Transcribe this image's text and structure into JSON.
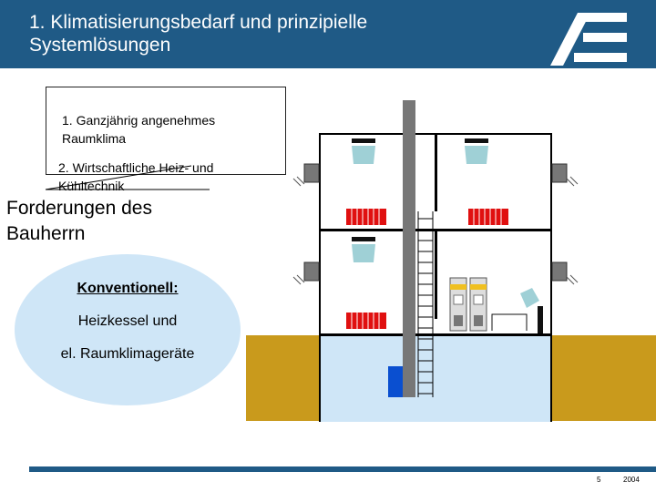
{
  "header": {
    "title": "1. Klimatisierungsbedarf und prinzipielle\nSystemlösungen",
    "logo_icon": "company-logo"
  },
  "requirements": {
    "item1": "1. Ganzjährig angenehmes\n  Raumklima",
    "item2": "2. Wirtschaftliche Heiz- und\n   Kühltechnik"
  },
  "demands_label": "Forderungen des\n  Bauherrn",
  "conventional": {
    "title": "Konventionell:",
    "line1": "Heizkessel und",
    "line2": "el. Raumklimageräte"
  },
  "footer": {
    "page": "5",
    "year": "2004"
  },
  "colors": {
    "header": "#1f5a86",
    "ground": "#c99a1c",
    "basement_water": "#cfe6f7",
    "radiator": "#e01010",
    "ac_unit": "#9fd0d6",
    "tank": "#0a4fd0"
  },
  "icons": [
    "chimney-icon",
    "radiator-icon",
    "air-conditioner-icon",
    "window-icon",
    "boiler-icon",
    "ladder-icon",
    "tank-icon"
  ]
}
